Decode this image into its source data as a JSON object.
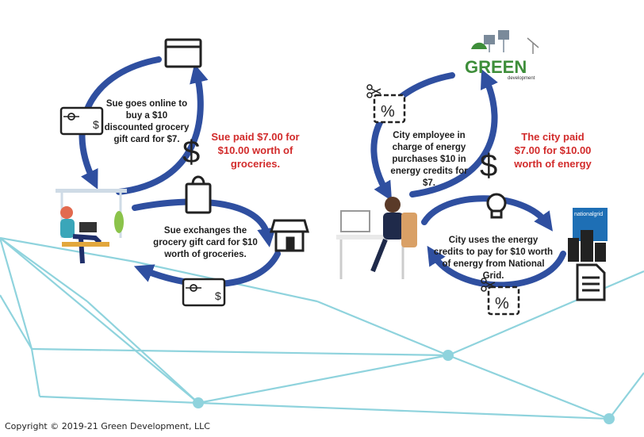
{
  "left_cycle": {
    "step1": "Sue goes online to buy a $10 discounted grocery gift card for $7.",
    "step2": "Sue exchanges the grocery gift card for $10 worth of groceries.",
    "summary": "Sue paid $7.00 for $10.00 worth of groceries."
  },
  "right_cycle": {
    "step1": "City employee in charge of energy purchases $10 in energy credits for $7.",
    "step2": "City uses the energy credits to pay for $10 worth of energy from National Grid.",
    "summary": "The city paid $7.00 for $10.00 worth of energy"
  },
  "logos": {
    "green_main": "GREEN",
    "green_sub": "development",
    "national_grid": "nationalgrid"
  },
  "symbols": {
    "dollar": "$",
    "percent": "%"
  },
  "copyright": "Copyright © 2019-21 Green Development, LLC",
  "colors": {
    "arrow": "#2f4fa0",
    "emphasis": "#d22b2b",
    "network": "#8fd3dd",
    "green": "#3e8e3a"
  }
}
